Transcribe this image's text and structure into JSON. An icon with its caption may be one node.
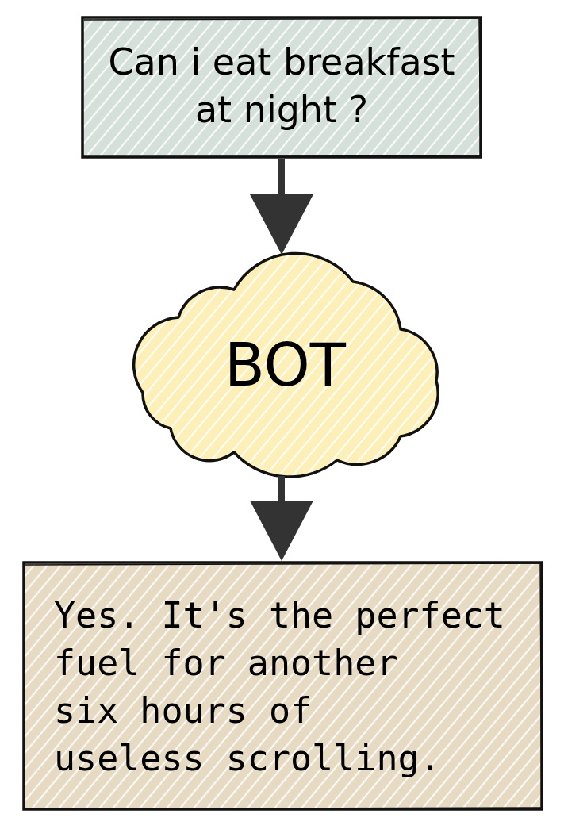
{
  "diagram": {
    "nodes": [
      {
        "text": [
          "Can i eat breakfast at night ?"
        ]
      },
      {
        "text": [
          "BOT"
        ]
      },
      {
        "text": [
          "Yes. It's the perfect fuel for another six hours of useless scrolling."
        ]
      }
    ],
    "edges": [
      {
        "from": 0,
        "to": 1,
        "arrow": "to"
      },
      {
        "from": 1,
        "to": 2,
        "arrow": "to"
      }
    ]
  }
}
